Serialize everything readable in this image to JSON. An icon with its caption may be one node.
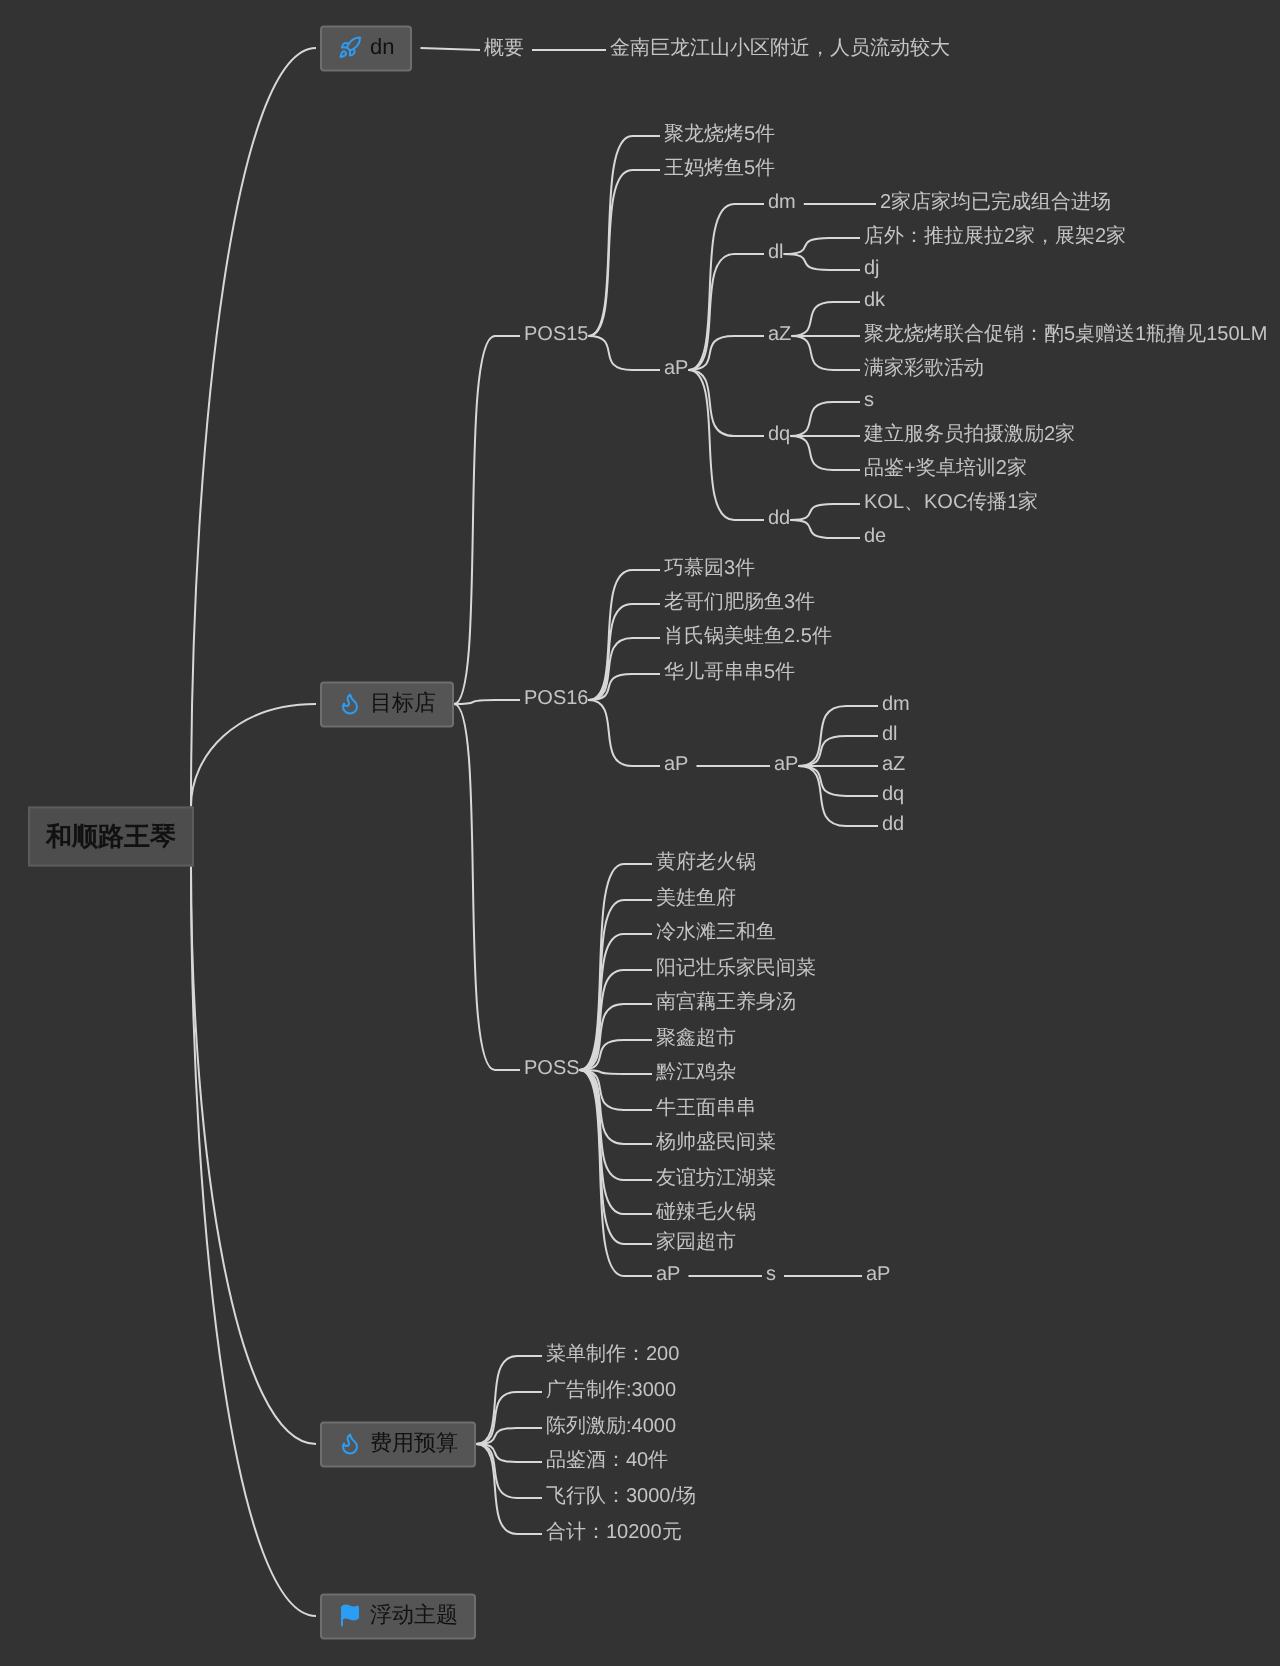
{
  "diagram": {
    "nodes": [
      {
        "text": [
          "和顺路王琴"
        ]
      },
      {
        "text": [
          "dn"
        ]
      },
      {
        "text": [
          "概要"
        ]
      },
      {
        "text": [
          "金南巨龙江山小区附近，人员流动较大"
        ]
      },
      {
        "text": [
          "目标店"
        ]
      },
      {
        "text": [
          "POS15"
        ]
      },
      {
        "text": [
          "聚龙烧烤5件"
        ]
      },
      {
        "text": [
          "王妈烤鱼5件"
        ]
      },
      {
        "text": [
          "aP"
        ]
      },
      {
        "text": [
          "dm"
        ]
      },
      {
        "text": [
          "2家店家均已完成组合进场"
        ]
      },
      {
        "text": [
          "dl"
        ]
      },
      {
        "text": [
          "店外：推拉展拉2家，展架2家"
        ]
      },
      {
        "text": [
          "dj"
        ]
      },
      {
        "text": [
          "aZ"
        ]
      },
      {
        "text": [
          "dk"
        ]
      },
      {
        "text": [
          "聚龙烧烤联合促销：酌5桌赠送1瓶撸见150LM"
        ]
      },
      {
        "text": [
          "满家彩歌活动"
        ]
      },
      {
        "text": [
          "dq"
        ]
      },
      {
        "text": [
          "s"
        ]
      },
      {
        "text": [
          "建立服务员拍摄激励2家"
        ]
      },
      {
        "text": [
          "品鉴+奖卓培训2家"
        ]
      },
      {
        "text": [
          "dd"
        ]
      },
      {
        "text": [
          "KOL、KOC传播1家"
        ]
      },
      {
        "text": [
          "de"
        ]
      },
      {
        "text": [
          "POS16"
        ]
      },
      {
        "text": [
          "巧慕园3件"
        ]
      },
      {
        "text": [
          "老哥们肥肠鱼3件"
        ]
      },
      {
        "text": [
          "肖氏锅美蛙鱼2.5件"
        ]
      },
      {
        "text": [
          "华儿哥串串5件"
        ]
      },
      {
        "text": [
          "aP"
        ]
      },
      {
        "text": [
          "aP"
        ]
      },
      {
        "text": [
          "dm"
        ]
      },
      {
        "text": [
          "dl"
        ]
      },
      {
        "text": [
          "aZ"
        ]
      },
      {
        "text": [
          "dq"
        ]
      },
      {
        "text": [
          "dd"
        ]
      },
      {
        "text": [
          "POSS"
        ]
      },
      {
        "text": [
          "黄府老火锅"
        ]
      },
      {
        "text": [
          "美娃鱼府"
        ]
      },
      {
        "text": [
          "冷水滩三和鱼"
        ]
      },
      {
        "text": [
          "阳记壮乐家民间菜"
        ]
      },
      {
        "text": [
          "南宫藕王养身汤"
        ]
      },
      {
        "text": [
          "聚鑫超市"
        ]
      },
      {
        "text": [
          "黔江鸡杂"
        ]
      },
      {
        "text": [
          "牛王面串串"
        ]
      },
      {
        "text": [
          "杨帅盛民间菜"
        ]
      },
      {
        "text": [
          "友谊坊江湖菜"
        ]
      },
      {
        "text": [
          "碰辣毛火锅"
        ]
      },
      {
        "text": [
          "家园超市"
        ]
      },
      {
        "text": [
          "aP"
        ]
      },
      {
        "text": [
          "s"
        ]
      },
      {
        "text": [
          "aP"
        ]
      },
      {
        "text": [
          "费用预算"
        ]
      },
      {
        "text": [
          "菜单制作：200"
        ]
      },
      {
        "text": [
          "广告制作:3000"
        ]
      },
      {
        "text": [
          "陈列激励:4000"
        ]
      },
      {
        "text": [
          "品鉴酒：40件"
        ]
      },
      {
        "text": [
          "飞行队：3000/场"
        ]
      },
      {
        "text": [
          "合计：10200元"
        ]
      },
      {
        "text": [
          "浮动主题"
        ]
      }
    ],
    "edges": [
      {
        "from": 0,
        "to": 1,
        "arrow": "none"
      },
      {
        "from": 0,
        "to": 4,
        "arrow": "none"
      },
      {
        "from": 0,
        "to": 53,
        "arrow": "none"
      },
      {
        "from": 0,
        "to": 60,
        "arrow": "none"
      },
      {
        "from": 1,
        "to": 2,
        "arrow": "none"
      },
      {
        "from": 2,
        "to": 3,
        "arrow": "none"
      },
      {
        "from": 4,
        "to": 5,
        "arrow": "none"
      },
      {
        "from": 4,
        "to": 25,
        "arrow": "none"
      },
      {
        "from": 4,
        "to": 37,
        "arrow": "none"
      },
      {
        "from": 5,
        "to": 6,
        "arrow": "none"
      },
      {
        "from": 5,
        "to": 7,
        "arrow": "none"
      },
      {
        "from": 5,
        "to": 8,
        "arrow": "none"
      },
      {
        "from": 8,
        "to": 9,
        "arrow": "none"
      },
      {
        "from": 8,
        "to": 11,
        "arrow": "none"
      },
      {
        "from": 8,
        "to": 14,
        "arrow": "none"
      },
      {
        "from": 8,
        "to": 18,
        "arrow": "none"
      },
      {
        "from": 8,
        "to": 22,
        "arrow": "none"
      },
      {
        "from": 9,
        "to": 10,
        "arrow": "none"
      },
      {
        "from": 11,
        "to": 12,
        "arrow": "none"
      },
      {
        "from": 11,
        "to": 13,
        "arrow": "none"
      },
      {
        "from": 14,
        "to": 15,
        "arrow": "none"
      },
      {
        "from": 14,
        "to": 16,
        "arrow": "none"
      },
      {
        "from": 14,
        "to": 17,
        "arrow": "none"
      },
      {
        "from": 18,
        "to": 19,
        "arrow": "none"
      },
      {
        "from": 18,
        "to": 20,
        "arrow": "none"
      },
      {
        "from": 18,
        "to": 21,
        "arrow": "none"
      },
      {
        "from": 22,
        "to": 23,
        "arrow": "none"
      },
      {
        "from": 22,
        "to": 24,
        "arrow": "none"
      },
      {
        "from": 25,
        "to": 26,
        "arrow": "none"
      },
      {
        "from": 25,
        "to": 27,
        "arrow": "none"
      },
      {
        "from": 25,
        "to": 28,
        "arrow": "none"
      },
      {
        "from": 25,
        "to": 29,
        "arrow": "none"
      },
      {
        "from": 25,
        "to": 30,
        "arrow": "none"
      },
      {
        "from": 30,
        "to": 31,
        "arrow": "none"
      },
      {
        "from": 31,
        "to": 32,
        "arrow": "none"
      },
      {
        "from": 31,
        "to": 33,
        "arrow": "none"
      },
      {
        "from": 31,
        "to": 34,
        "arrow": "none"
      },
      {
        "from": 31,
        "to": 35,
        "arrow": "none"
      },
      {
        "from": 31,
        "to": 36,
        "arrow": "none"
      },
      {
        "from": 37,
        "to": 38,
        "arrow": "none"
      },
      {
        "from": 37,
        "to": 39,
        "arrow": "none"
      },
      {
        "from": 37,
        "to": 40,
        "arrow": "none"
      },
      {
        "from": 37,
        "to": 41,
        "arrow": "none"
      },
      {
        "from": 37,
        "to": 42,
        "arrow": "none"
      },
      {
        "from": 37,
        "to": 43,
        "arrow": "none"
      },
      {
        "from": 37,
        "to": 44,
        "arrow": "none"
      },
      {
        "from": 37,
        "to": 45,
        "arrow": "none"
      },
      {
        "from": 37,
        "to": 46,
        "arrow": "none"
      },
      {
        "from": 37,
        "to": 47,
        "arrow": "none"
      },
      {
        "from": 37,
        "to": 48,
        "arrow": "none"
      },
      {
        "from": 37,
        "to": 49,
        "arrow": "none"
      },
      {
        "from": 37,
        "to": 50,
        "arrow": "none"
      },
      {
        "from": 50,
        "to": 51,
        "arrow": "none"
      },
      {
        "from": 51,
        "to": 52,
        "arrow": "none"
      },
      {
        "from": 53,
        "to": 54,
        "arrow": "none"
      },
      {
        "from": 53,
        "to": 55,
        "arrow": "none"
      },
      {
        "from": 53,
        "to": 56,
        "arrow": "none"
      },
      {
        "from": 53,
        "to": 57,
        "arrow": "none"
      },
      {
        "from": 53,
        "to": 58,
        "arrow": "none"
      },
      {
        "from": 53,
        "to": 59,
        "arrow": "none"
      }
    ]
  }
}
